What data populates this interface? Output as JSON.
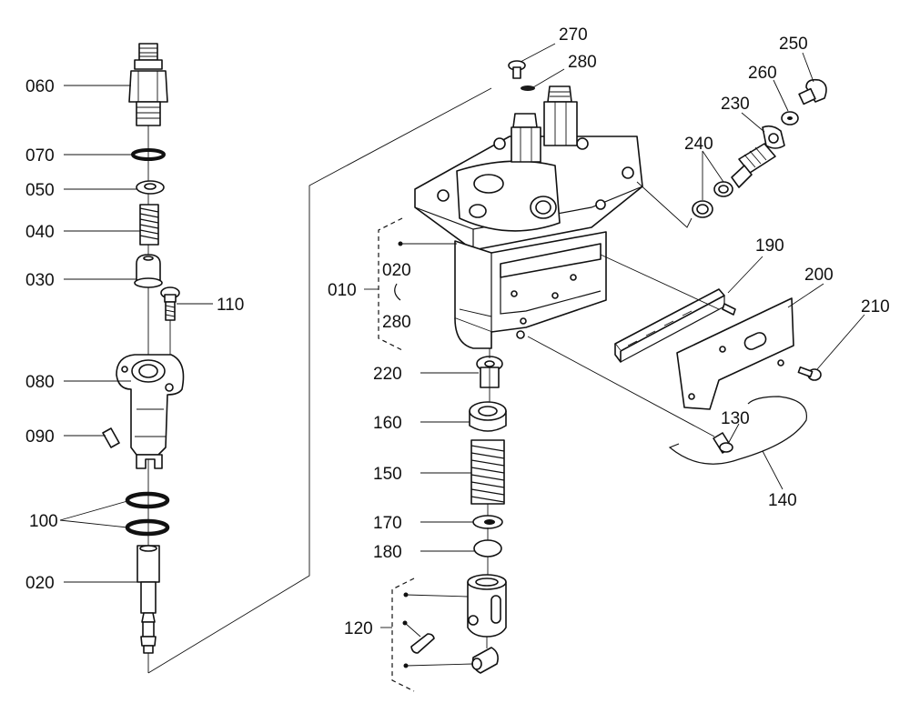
{
  "labels": {
    "p060": "060",
    "p070": "070",
    "p050": "050",
    "p040": "040",
    "p030": "030",
    "p110": "110",
    "p080": "080",
    "p090": "090",
    "p100": "100",
    "p020_left": "020",
    "p010": "010",
    "p020_group": "020",
    "p280_group": "280",
    "p270": "270",
    "p280_top": "280",
    "p250": "250",
    "p260": "260",
    "p230": "230",
    "p240": "240",
    "p190": "190",
    "p200": "200",
    "p210": "210",
    "p220": "220",
    "p160": "160",
    "p150": "150",
    "p170": "170",
    "p180": "180",
    "p130": "130",
    "p140": "140",
    "p120": "120"
  },
  "colors": {
    "ink": "#111111",
    "paper": "#ffffff"
  }
}
